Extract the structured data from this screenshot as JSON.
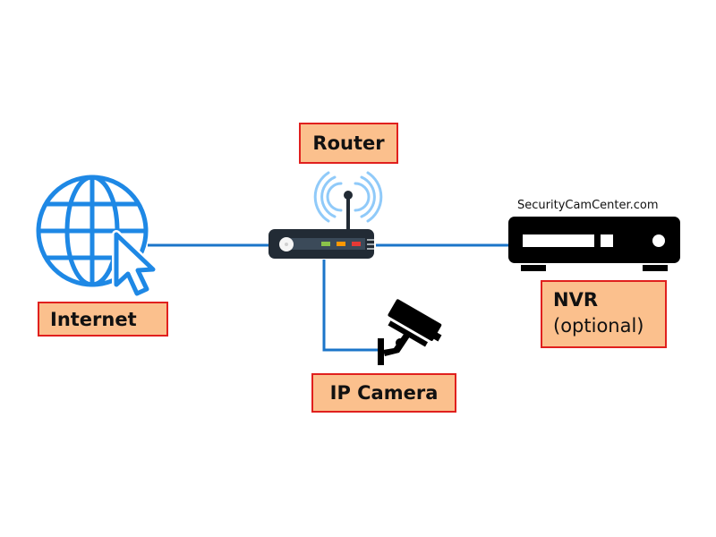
{
  "diagram": {
    "nodes": {
      "internet": {
        "label": "Internet",
        "icon": "globe-cursor-icon"
      },
      "router": {
        "label": "Router",
        "icon": "wifi-router-icon"
      },
      "nvr": {
        "label": "NVR",
        "sublabel": "(optional)",
        "icon": "nvr-recorder-icon"
      },
      "camera": {
        "label": "IP Camera",
        "icon": "security-camera-icon"
      }
    },
    "watermark": "SecurityCamCenter.com",
    "edges": [
      {
        "from": "internet",
        "to": "router"
      },
      {
        "from": "router",
        "to": "nvr"
      },
      {
        "from": "router",
        "to": "camera"
      }
    ],
    "colors": {
      "link": "#1b75c9",
      "globe": "#1e88e5",
      "label_fill": "#fbc08d",
      "label_border": "#e0201e",
      "device": "#222b35",
      "led_green": "#8bc34a",
      "led_orange": "#ff9800",
      "led_red": "#e53935"
    }
  }
}
